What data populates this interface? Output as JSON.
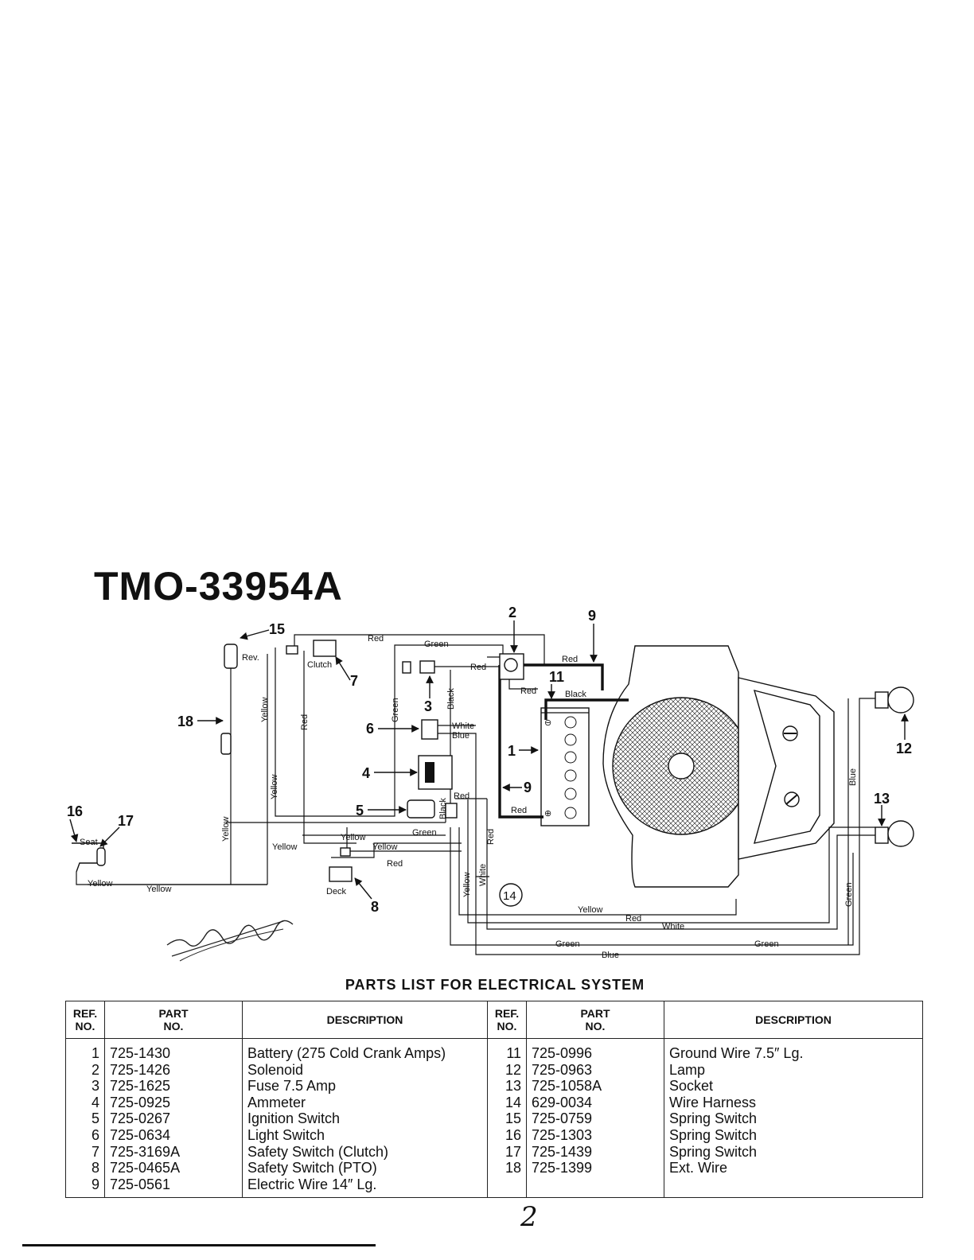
{
  "model": "TMO-33954A",
  "page_number": "2",
  "diagram": {
    "ref_labels": [
      "1",
      "2",
      "3",
      "4",
      "5",
      "6",
      "7",
      "8",
      "9",
      "9",
      "11",
      "12",
      "13",
      "14",
      "15",
      "16",
      "17",
      "18"
    ],
    "captions": {
      "rev": "Rev.",
      "clutch": "Clutch",
      "deck": "Deck",
      "seat": "Seat"
    },
    "wire_labels": {
      "red_top": "Red",
      "green_top": "Green",
      "red_bat": "Red",
      "red_sol": "Red",
      "red_fuse": "Red",
      "black_gnd": "Black",
      "black_fuse": "Black",
      "white_ls": "White",
      "blue_ls": "Blue",
      "red_mid": "Red",
      "black_mid": "Black",
      "red_bat_low": "Red",
      "green_left": "Green",
      "yellow_left": "Yellow",
      "yellow_mid": "Yellow",
      "red_left": "Red",
      "yellow_a": "Yellow",
      "green_b": "Green",
      "yellow_c": "Yellow",
      "yellow_d": "Yellow",
      "red_e": "Red",
      "yellow_seat": "Yellow",
      "yellow_seat2": "Yellow",
      "yellow_seatv": "Yellow",
      "yellow_v": "Yellow",
      "white_v": "White",
      "red_v": "Red",
      "yellow_bottom": "Yellow",
      "red_bottom": "Red",
      "white_bottom": "White",
      "green_bottom1": "Green",
      "green_bottom2": "Green",
      "blue_bottom": "Blue",
      "blue_right": "Blue",
      "green_right": "Green"
    }
  },
  "parts_list": {
    "title": "PARTS LIST FOR ELECTRICAL SYSTEM",
    "headers": {
      "ref_line1": "REF.",
      "ref_line2": "NO.",
      "part_line1": "PART",
      "part_line2": "NO.",
      "description": "DESCRIPTION"
    },
    "left": [
      {
        "ref": "1",
        "part": "725-1430",
        "desc": "Battery (275 Cold Crank Amps)"
      },
      {
        "ref": "2",
        "part": "725-1426",
        "desc": "Solenoid"
      },
      {
        "ref": "3",
        "part": "725-1625",
        "desc": "Fuse 7.5 Amp"
      },
      {
        "ref": "4",
        "part": "725-0925",
        "desc": "Ammeter"
      },
      {
        "ref": "5",
        "part": "725-0267",
        "desc": "Ignition Switch"
      },
      {
        "ref": "6",
        "part": "725-0634",
        "desc": "Light Switch"
      },
      {
        "ref": "7",
        "part": "725-3169A",
        "desc": "Safety Switch (Clutch)"
      },
      {
        "ref": "8",
        "part": "725-0465A",
        "desc": "Safety Switch (PTO)"
      },
      {
        "ref": "9",
        "part": "725-0561",
        "desc": "Electric Wire 14″ Lg."
      }
    ],
    "right": [
      {
        "ref": "11",
        "part": "725-0996",
        "desc": "Ground Wire 7.5″ Lg."
      },
      {
        "ref": "12",
        "part": "725-0963",
        "desc": "Lamp"
      },
      {
        "ref": "13",
        "part": "725-1058A",
        "desc": "Socket"
      },
      {
        "ref": "14",
        "part": "629-0034",
        "desc": "Wire Harness"
      },
      {
        "ref": "15",
        "part": "725-0759",
        "desc": "Spring Switch"
      },
      {
        "ref": "16",
        "part": "725-1303",
        "desc": "Spring Switch"
      },
      {
        "ref": "17",
        "part": "725-1439",
        "desc": "Spring Switch"
      },
      {
        "ref": "18",
        "part": "725-1399",
        "desc": "Ext. Wire"
      }
    ]
  }
}
